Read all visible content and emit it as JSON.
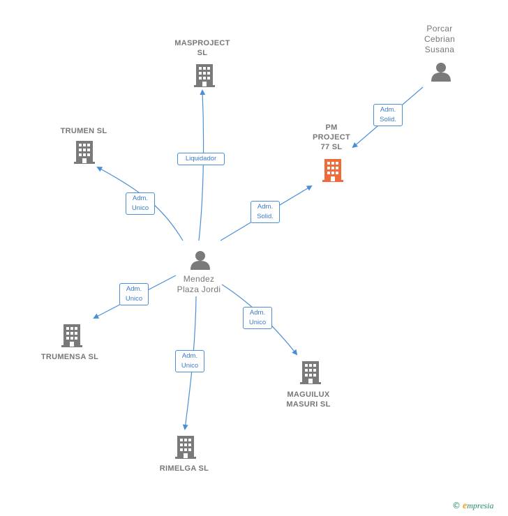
{
  "colors": {
    "edge": "#4a8fd6",
    "node_gray": "#7a7a7a",
    "focus": "#f06a3a"
  },
  "nodes": {
    "masproject": {
      "label_line1": "MASPROJECT",
      "label_line2": "SL",
      "icon": "building-icon"
    },
    "trumen": {
      "label": "TRUMEN SL",
      "icon": "building-icon"
    },
    "pm_project": {
      "label_line1": "PM",
      "label_line2": "PROJECT",
      "label_line3": "77  SL",
      "icon": "building-icon"
    },
    "porcar": {
      "label_line1": "Porcar",
      "label_line2": "Cebrian",
      "label_line3": "Susana",
      "icon": "person-icon"
    },
    "mendez": {
      "label_line1": "Mendez",
      "label_line2": "Plaza Jordi",
      "icon": "person-icon"
    },
    "trumensa": {
      "label": "TRUMENSA SL",
      "icon": "building-icon"
    },
    "maguilux": {
      "label_line1": "MAGUILUX",
      "label_line2": "MASURI  SL",
      "icon": "building-icon"
    },
    "rimelga": {
      "label": "RIMELGA  SL",
      "icon": "building-icon"
    }
  },
  "edges": {
    "liquidador": {
      "line1": "Liquidador"
    },
    "trumen": {
      "line1": "Adm.",
      "line2": "Unico"
    },
    "pm_project": {
      "line1": "Adm.",
      "line2": "Solid."
    },
    "porcar": {
      "line1": "Adm.",
      "line2": "Solid."
    },
    "trumensa": {
      "line1": "Adm.",
      "line2": "Unico"
    },
    "maguilux": {
      "line1": "Adm.",
      "line2": "Unico"
    },
    "rimelga": {
      "line1": "Adm.",
      "line2": "Unico"
    }
  },
  "footer": {
    "copyright": "©",
    "brand_initial": "e",
    "brand_rest": "mpresia"
  }
}
